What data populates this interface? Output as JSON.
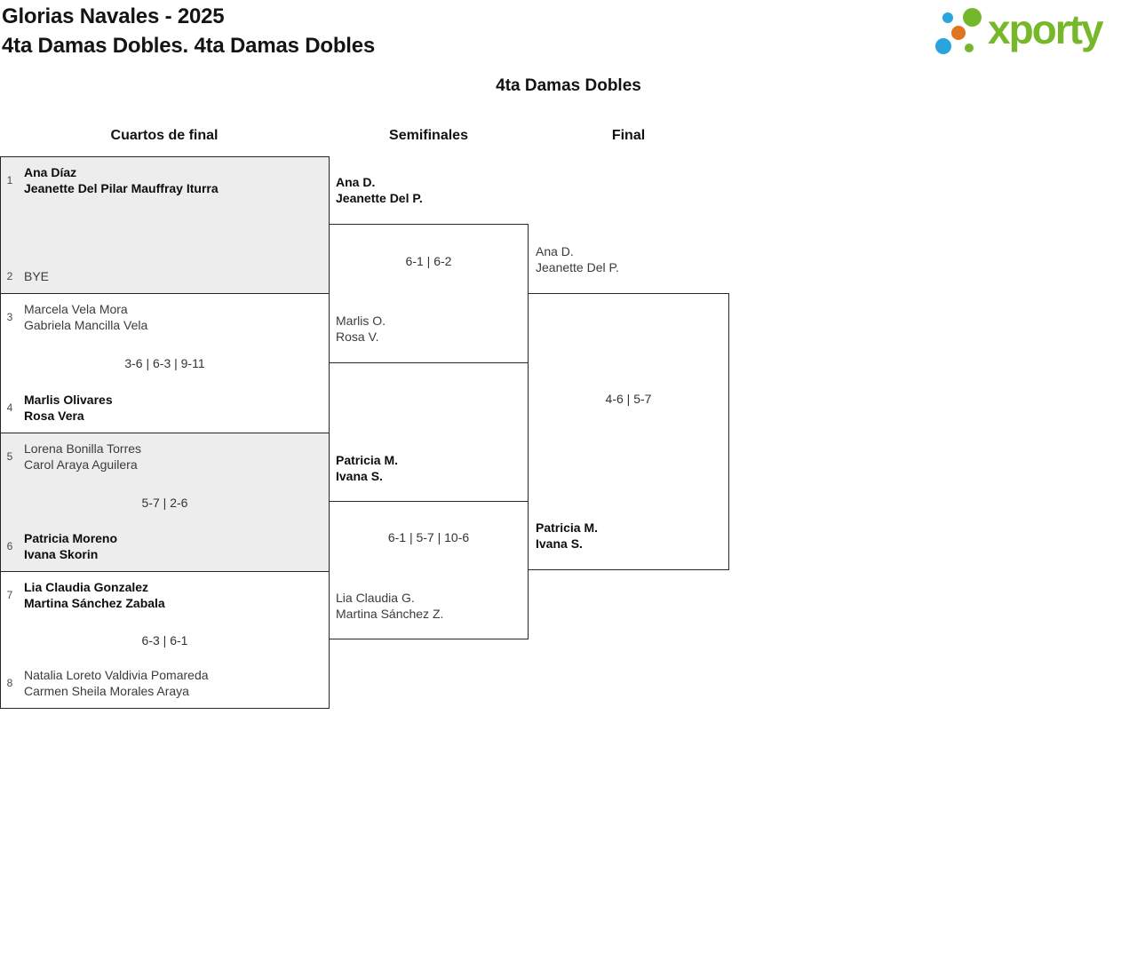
{
  "header": {
    "tournament_title": "Glorias Navales - 2025",
    "category_subtitle": "4ta Damas Dobles. 4ta Damas Dobles",
    "bracket_title": "4ta Damas Dobles"
  },
  "logo": {
    "brand": "xporty",
    "colors": {
      "green": "#76b82a",
      "blue": "#29a4dd",
      "orange": "#e2731f"
    }
  },
  "rounds": [
    {
      "label": "Cuartos de final"
    },
    {
      "label": "Semifinales"
    },
    {
      "label": "Final"
    }
  ],
  "matches": {
    "quarterfinals": [
      {
        "team1": {
          "seed": "1",
          "players": [
            "Ana Díaz",
            "Jeanette Del Pilar Mauffray Iturra"
          ],
          "winner": true
        },
        "team2": {
          "seed": "2",
          "players": [
            "BYE"
          ],
          "winner": false
        },
        "score": ""
      },
      {
        "team1": {
          "seed": "3",
          "players": [
            "Marcela Vela Mora",
            "Gabriela Mancilla Vela"
          ],
          "winner": false
        },
        "team2": {
          "seed": "4",
          "players": [
            "Marlis Olivares",
            "Rosa Vera"
          ],
          "winner": true
        },
        "score": "3-6 | 6-3 | 9-11"
      },
      {
        "team1": {
          "seed": "5",
          "players": [
            "Lorena Bonilla Torres",
            "Carol Araya Aguilera"
          ],
          "winner": false
        },
        "team2": {
          "seed": "6",
          "players": [
            "Patricia Moreno",
            "Ivana Skorin"
          ],
          "winner": true
        },
        "score": "5-7 | 2-6"
      },
      {
        "team1": {
          "seed": "7",
          "players": [
            "Lia Claudia Gonzalez",
            "Martina Sánchez Zabala"
          ],
          "winner": true
        },
        "team2": {
          "seed": "8",
          "players": [
            "Natalia Loreto Valdivia Pomareda",
            "Carmen Sheila Morales Araya"
          ],
          "winner": false
        },
        "score": "6-3 | 6-1"
      }
    ],
    "semifinals": [
      {
        "team1": {
          "players": [
            "Ana D.",
            "Jeanette Del P."
          ],
          "winner": true
        },
        "team2": {
          "players": [
            "Marlis O.",
            "Rosa V."
          ],
          "winner": false
        },
        "score": "6-1 | 6-2"
      },
      {
        "team1": {
          "players": [
            "Patricia M.",
            "Ivana S."
          ],
          "winner": true
        },
        "team2": {
          "players": [
            "Lia Claudia G.",
            "Martina Sánchez Z."
          ],
          "winner": false
        },
        "score": "6-1 | 5-7 | 10-6"
      }
    ],
    "final": [
      {
        "team1": {
          "players": [
            "Ana D.",
            "Jeanette Del P."
          ],
          "winner": false
        },
        "team2": {
          "players": [
            "Patricia M.",
            "Ivana S."
          ],
          "winner": true
        },
        "score": "4-6 | 5-7"
      }
    ]
  }
}
